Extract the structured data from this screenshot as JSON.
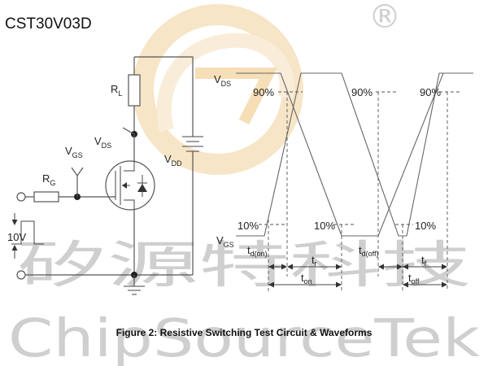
{
  "header": {
    "part_number": "CST30V03D"
  },
  "watermark": {
    "registered_mark": "®",
    "cn_text": "矽源特科技",
    "en_text": "ChipSourceTek",
    "logo_colors": [
      "#f6dfb8",
      "#f9ecd4"
    ]
  },
  "circuit": {
    "rl": {
      "main": "R",
      "sub": "L"
    },
    "rg": {
      "main": "R",
      "sub": "G"
    },
    "vds": {
      "main": "V",
      "sub": "DS"
    },
    "vgs": {
      "main": "V",
      "sub": "GS"
    },
    "vdd": {
      "main": "V",
      "sub": "DD"
    },
    "pulse_amplitude": "10V"
  },
  "waveform": {
    "vds": {
      "main": "V",
      "sub": "DS"
    },
    "vgs": {
      "main": "V",
      "sub": "GS"
    },
    "pct90": [
      "90%",
      "90%",
      "90%"
    ],
    "pct10": [
      "10%",
      "10%",
      "10%"
    ],
    "td_on": {
      "main": "t",
      "sub": "d(on)"
    },
    "tr": {
      "main": "t",
      "sub": "r"
    },
    "td_off": {
      "main": "t",
      "sub": "d(off)"
    },
    "tf": {
      "main": "t",
      "sub": "f"
    },
    "ton": {
      "main": "t",
      "sub": "on"
    },
    "toff": {
      "main": "t",
      "sub": "off"
    }
  },
  "caption": "Figure 2: Resistive Switching Test Circuit & Waveforms"
}
